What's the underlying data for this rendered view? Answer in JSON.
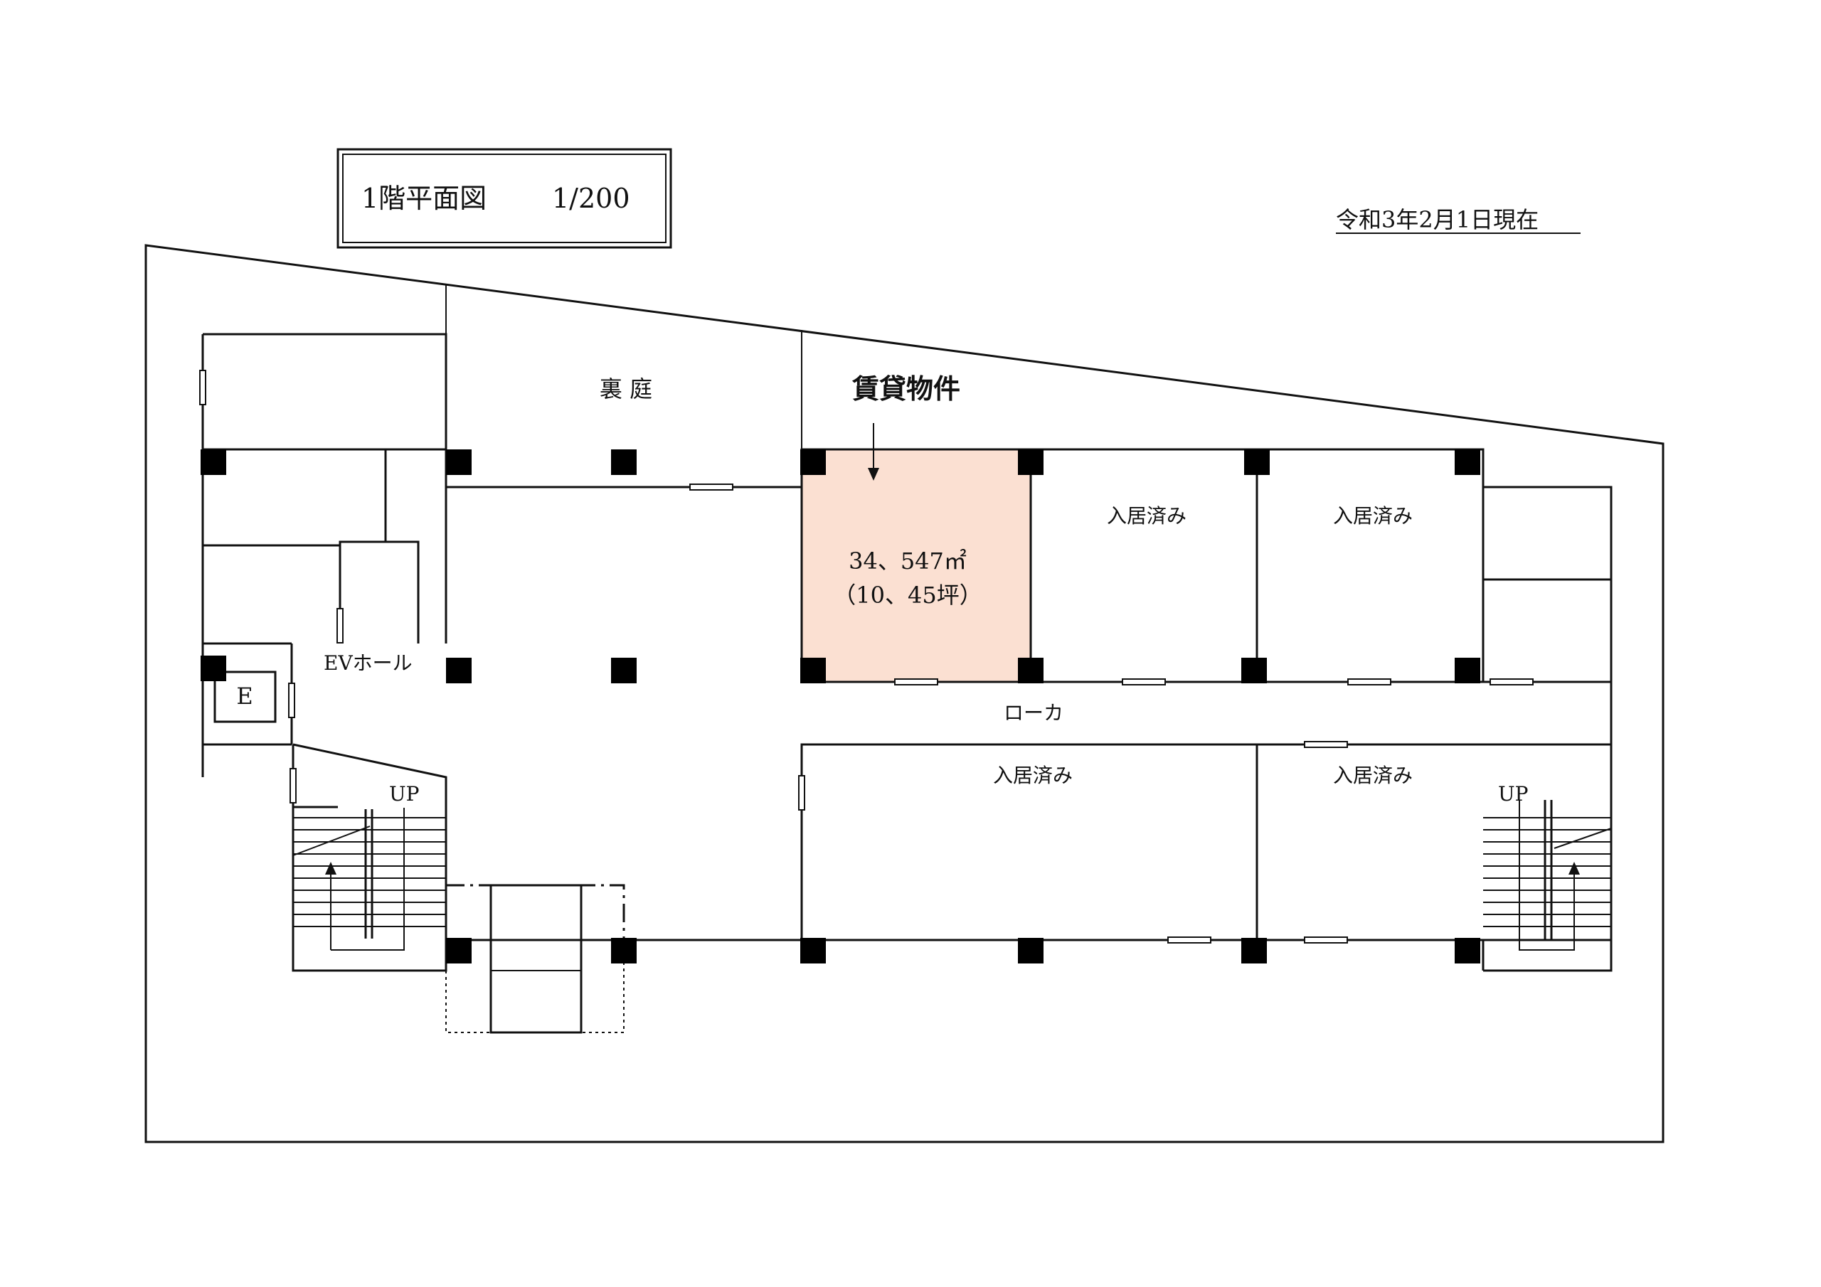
{
  "title": {
    "text": "1階平面図",
    "scale": "1/200"
  },
  "date": "令和3年2月1日現在",
  "labels": {
    "back_garden": "裏 庭",
    "rental_property": "賃貸物件",
    "area_sqm": "34、547㎡",
    "area_tsubo": "（10、45坪）",
    "occupied": "入居済み",
    "corridor": "ローカ",
    "ev_hall": "EVホール",
    "elevator": "E",
    "stairs_up": "UP"
  },
  "colors": {
    "highlight_fill": "#fbe0d2",
    "line": "#111111",
    "column": "#000000"
  }
}
